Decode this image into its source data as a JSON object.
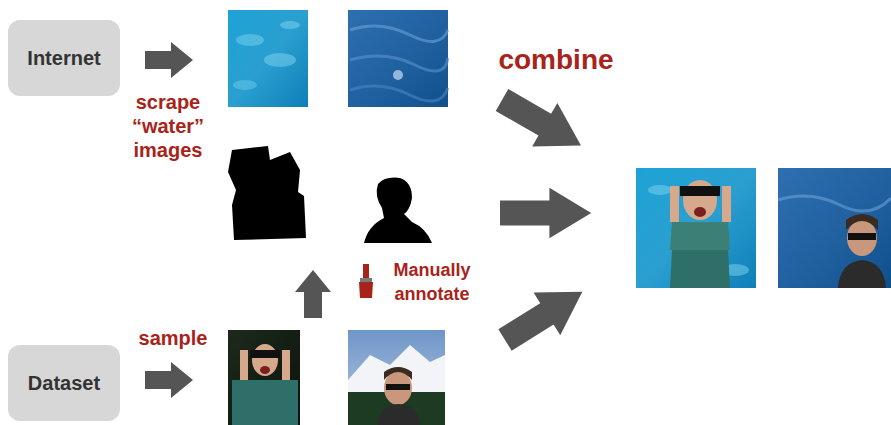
{
  "diagram": {
    "nodes": [
      {
        "text": [
          "Internet"
        ]
      },
      {
        "text": [
          "Dataset"
        ]
      }
    ],
    "labels": [
      "scrape “water” images",
      "combine",
      "Manually annotate",
      "sample"
    ]
  }
}
